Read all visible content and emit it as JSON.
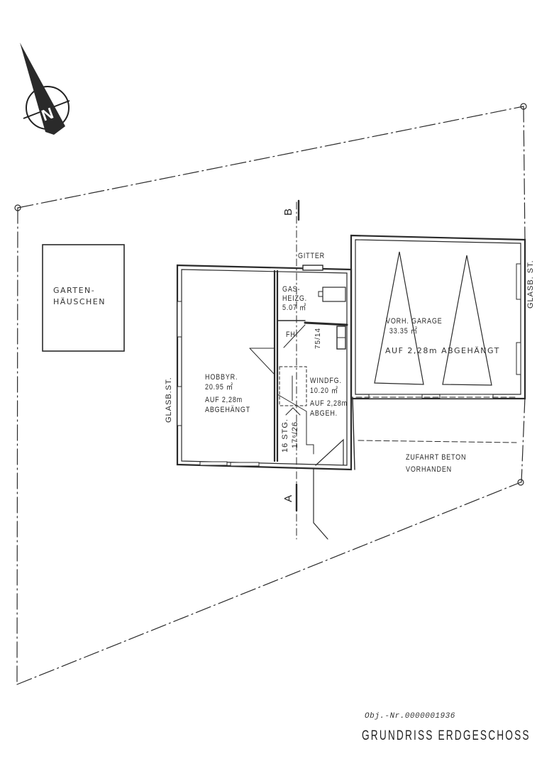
{
  "drawing": {
    "title": "GRUNDRISS ERDGESCHOSS",
    "object_number": "Obj.-Nr.0000001936",
    "north_arrow": {
      "icon": "north-arrow-icon",
      "label": "N"
    },
    "section_markers": {
      "a": "A",
      "b": "B"
    }
  },
  "rooms": {
    "garden_house": {
      "line1": "GARTEN-",
      "line2": "HÄUSCHEN"
    },
    "hobby": {
      "name": "HOBBYR.",
      "area": "20.95 ㎡",
      "ceiling1": "AUF 2,28m",
      "ceiling2": "ABGEHÄNGT"
    },
    "gas_heating": {
      "line1": "GAS-",
      "line2": "HEIZG.",
      "area": "5.07 ㎡"
    },
    "chimney": {
      "label": "FH",
      "size": "75/14"
    },
    "windfang": {
      "name": "WINDFG.",
      "area": "10.20 ㎡",
      "ceiling1": "AUF 2,28m",
      "ceiling2": "ABGEH."
    },
    "stairs": {
      "steps": "16 STG.",
      "ratio": "17⁶/26"
    },
    "garage": {
      "name": "VORH. GARAGE",
      "area": "33.35 ㎡",
      "ceiling": "AUF 2,28m ABGEHÄNGT"
    },
    "driveway": {
      "line1": "ZUFAHRT BETON",
      "line2": "VORHANDEN"
    }
  },
  "annotations": {
    "grille": "GITTER",
    "glass_block_left": "GLASB.ST.",
    "glass_block_right": "GLASB. ST."
  },
  "colors": {
    "ink": "#2a2a2a",
    "paper": "#ffffff"
  }
}
